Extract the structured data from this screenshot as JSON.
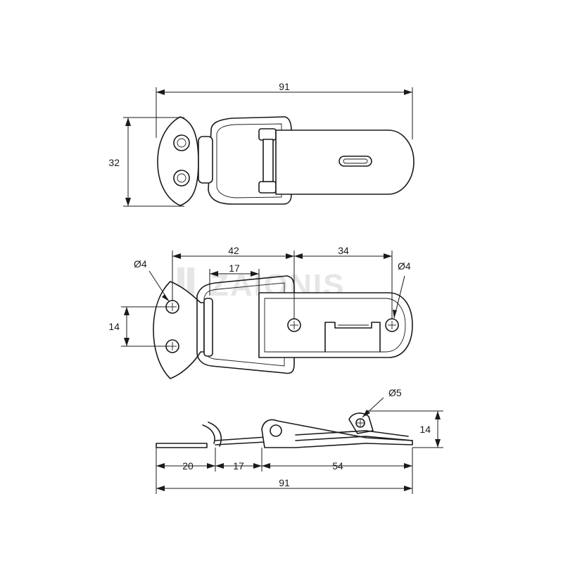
{
  "watermark": "ZAIONIS",
  "top_view": {
    "overall_length": "91",
    "height": "32"
  },
  "front_view": {
    "hole_spacing_a": "42",
    "hole_spacing_b": "34",
    "slot_offset": "17",
    "hole_pitch_vertical": "14",
    "hole_diameter_left": "Ø4",
    "hole_diameter_right": "Ø4"
  },
  "side_view": {
    "hole_diameter": "Ø5",
    "height": "14",
    "segment_a": "20",
    "segment_b": "17",
    "segment_c": "54",
    "overall_length": "91"
  }
}
